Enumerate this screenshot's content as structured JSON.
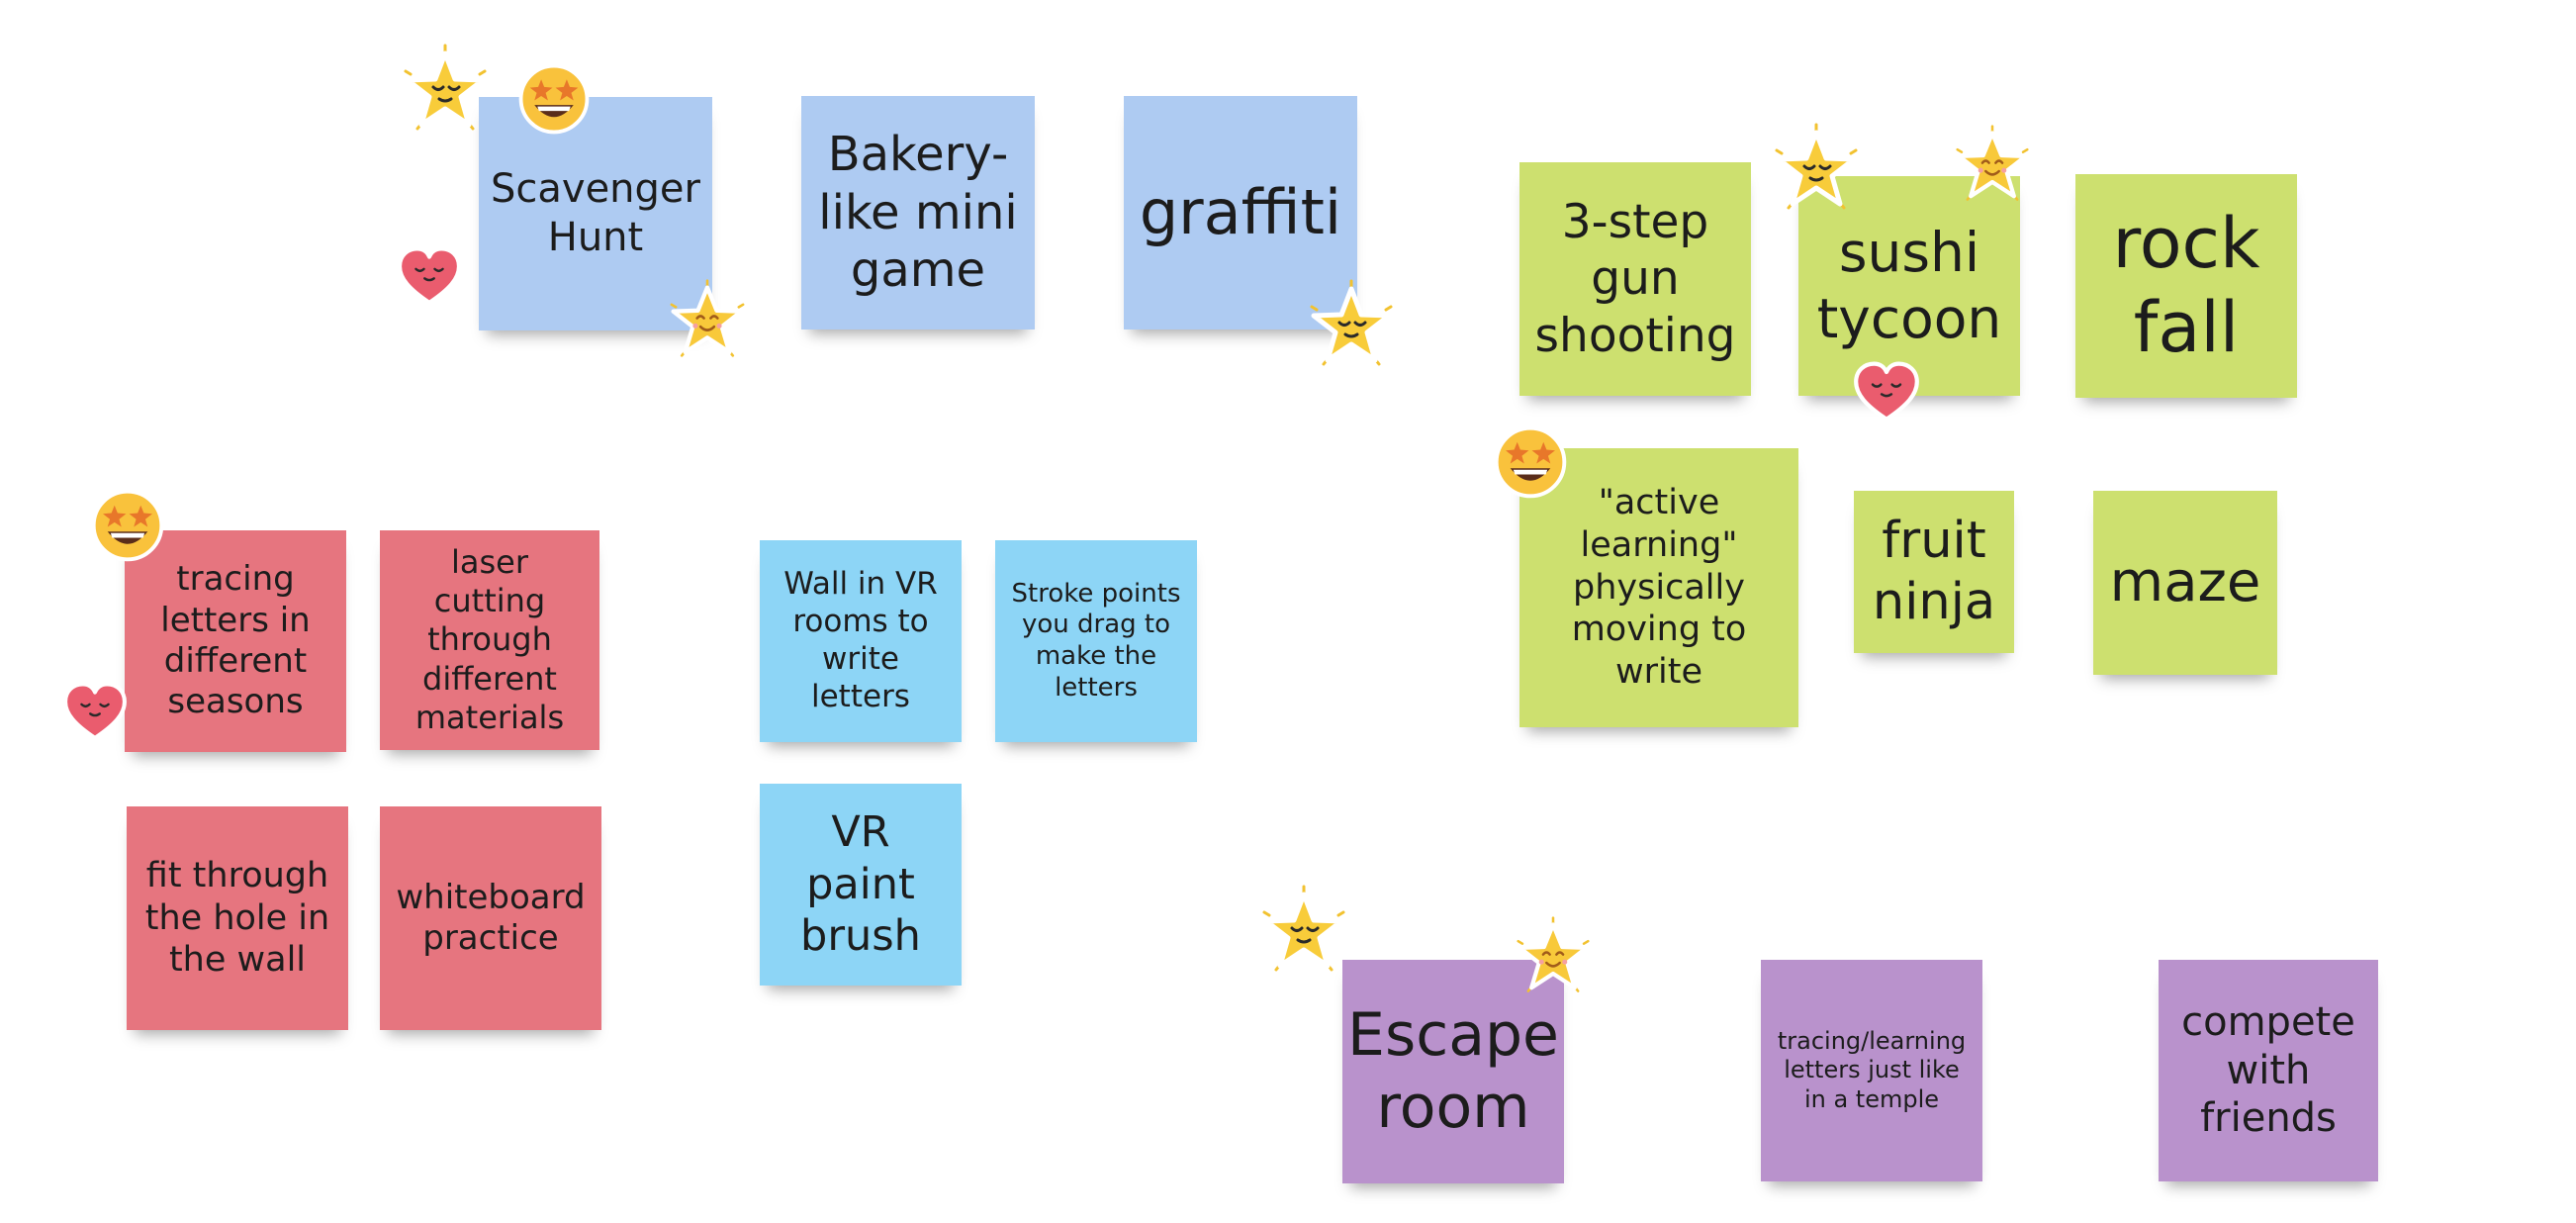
{
  "board": {
    "notes": [
      {
        "id": "scavenger-hunt",
        "text": "Scavenger\nHunt",
        "color": "#aecbf2"
      },
      {
        "id": "bakery-mini-game",
        "text": "Bakery-\nlike mini\ngame",
        "color": "#aecbf2"
      },
      {
        "id": "graffiti",
        "text": "graffiti",
        "color": "#aecbf2"
      },
      {
        "id": "3-step-gun-shooting",
        "text": "3-step\ngun\nshooting",
        "color": "#cde06f"
      },
      {
        "id": "sushi-tycoon",
        "text": "sushi\ntycoon",
        "color": "#cde06f"
      },
      {
        "id": "rock-fall",
        "text": "rock\nfall",
        "color": "#cde06f"
      },
      {
        "id": "active-learning",
        "text": "\"active\nlearning\"\nphysically\nmoving to\nwrite",
        "color": "#cde06f"
      },
      {
        "id": "fruit-ninja",
        "text": "fruit\nninja",
        "color": "#cde06f"
      },
      {
        "id": "maze",
        "text": "maze",
        "color": "#cde06f"
      },
      {
        "id": "tracing-letters-seasons",
        "text": "tracing\nletters in\ndifferent\nseasons",
        "color": "#e6757f"
      },
      {
        "id": "laser-cutting",
        "text": "laser cutting\nthrough\ndifferent\nmaterials",
        "color": "#e6757f"
      },
      {
        "id": "fit-through-hole",
        "text": "fit through\nthe hole in\nthe wall",
        "color": "#e6757f"
      },
      {
        "id": "whiteboard-practice",
        "text": "whiteboard\npractice",
        "color": "#e6757f"
      },
      {
        "id": "wall-in-vr-rooms",
        "text": "Wall in VR\nrooms to\nwrite\nletters",
        "color": "#8dd5f6"
      },
      {
        "id": "stroke-points",
        "text": "Stroke points\nyou drag to\nmake the\nletters",
        "color": "#8dd5f6"
      },
      {
        "id": "vr-paint-brush",
        "text": "VR paint\nbrush",
        "color": "#8dd5f6"
      },
      {
        "id": "escape-room",
        "text": "Escape\nroom",
        "color": "#b992cc"
      },
      {
        "id": "tracing-temple",
        "text": "tracing/learning\nletters just like\nin a temple",
        "color": "#b992cc"
      },
      {
        "id": "compete-with-friends",
        "text": "compete\nwith\nfriends",
        "color": "#b992cc"
      }
    ],
    "reactions": [
      {
        "icon": "star-calm-face-icon",
        "target": "scavenger-hunt"
      },
      {
        "icon": "star-struck-emoji-icon",
        "target": "scavenger-hunt"
      },
      {
        "icon": "heart-face-icon",
        "target": "scavenger-hunt"
      },
      {
        "icon": "star-smile-face-icon",
        "target": "scavenger-hunt"
      },
      {
        "icon": "star-calm-face-icon",
        "target": "graffiti"
      },
      {
        "icon": "star-calm-face-icon",
        "target": "sushi-tycoon"
      },
      {
        "icon": "star-smile-face-icon",
        "target": "sushi-tycoon"
      },
      {
        "icon": "heart-face-icon",
        "target": "sushi-tycoon"
      },
      {
        "icon": "star-struck-emoji-icon",
        "target": "active-learning"
      },
      {
        "icon": "star-struck-emoji-icon",
        "target": "tracing-letters-seasons"
      },
      {
        "icon": "heart-face-icon",
        "target": "tracing-letters-seasons"
      },
      {
        "icon": "star-calm-face-icon",
        "target": "escape-room"
      },
      {
        "icon": "star-smile-face-icon",
        "target": "escape-room"
      }
    ]
  }
}
